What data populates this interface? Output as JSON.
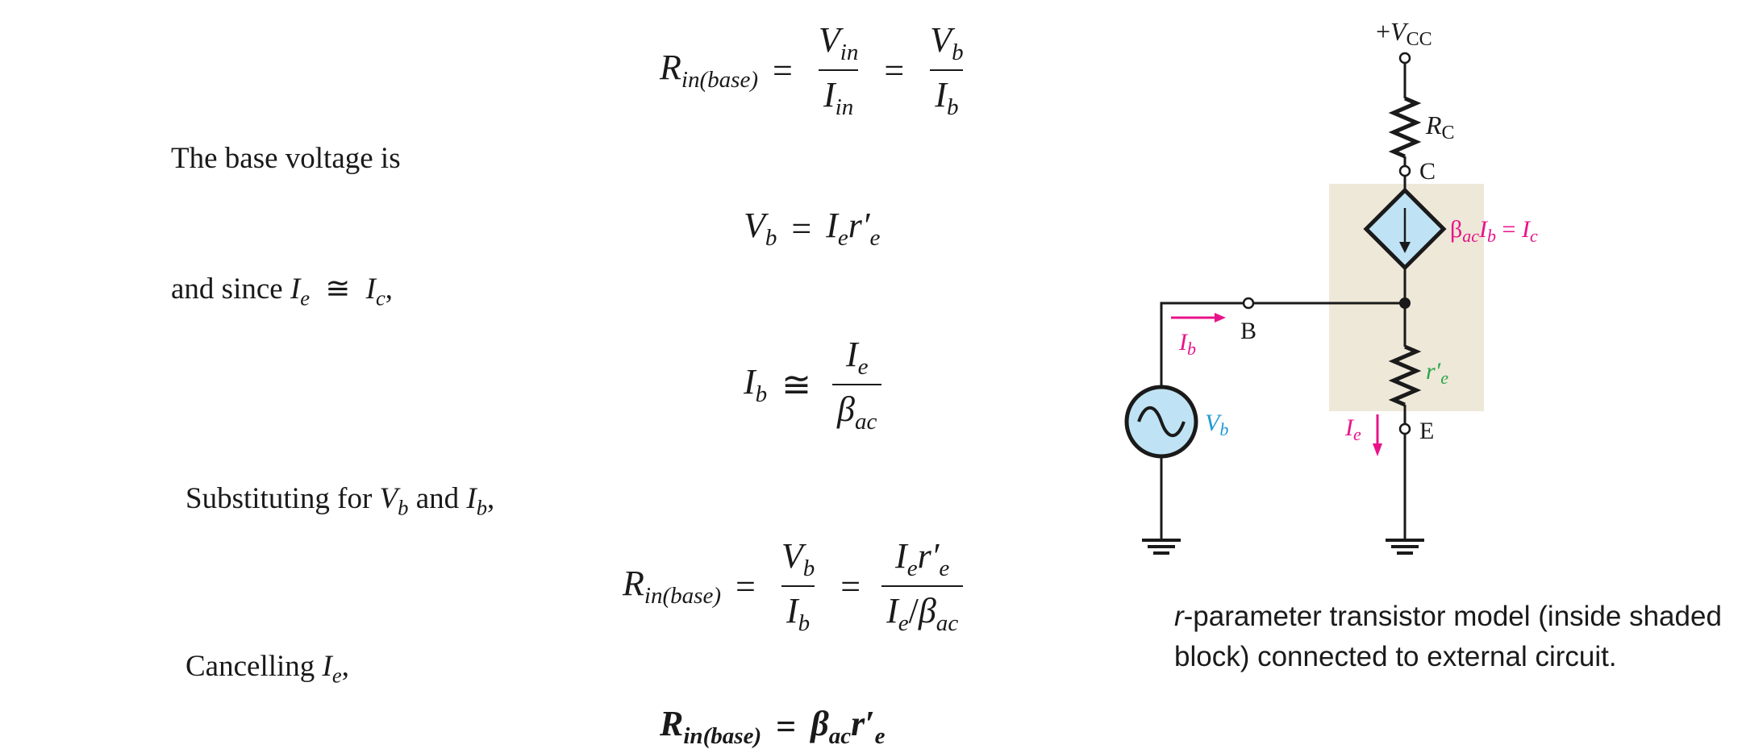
{
  "equation_1": {
    "lhs": "R",
    "lhs_sub": "in(base)",
    "num1": "V",
    "num1_sub": "in",
    "den1": "I",
    "den1_sub": "in",
    "num2": "V",
    "num2_sub": "b",
    "den2": "I",
    "den2_sub": "b"
  },
  "text_1": "The base voltage is",
  "equation_2": {
    "lhs": "V",
    "lhs_sub": "b",
    "rhs_a": "I",
    "rhs_a_sub": "e",
    "rhs_b": "r′",
    "rhs_b_sub": "e"
  },
  "text_2": {
    "prefix": "and since",
    "var_a": "I",
    "var_a_sub": "e",
    "op": "≅",
    "var_b": "I",
    "var_b_sub": "c",
    "suffix": ","
  },
  "equation_3": {
    "lhs": "I",
    "lhs_sub": "b",
    "op": "≅",
    "num": "I",
    "num_sub": "e",
    "den": "β",
    "den_sub": "ac"
  },
  "text_3": {
    "prefix": "Substituting for",
    "var_a": "V",
    "var_a_sub": "b",
    "mid": "and",
    "var_b": "I",
    "var_b_sub": "b",
    "suffix": ","
  },
  "equation_4": {
    "lhs": "R",
    "lhs_sub": "in(base)",
    "num1": "V",
    "num1_sub": "b",
    "den1": "I",
    "den1_sub": "b",
    "num2_a": "I",
    "num2_a_sub": "e",
    "num2_b": "r′",
    "num2_b_sub": "e",
    "den2_a": "I",
    "den2_a_sub": "e",
    "den2_slash": "/",
    "den2_b": "β",
    "den2_b_sub": "ac"
  },
  "text_4": {
    "prefix": "Cancelling",
    "var": "I",
    "var_sub": "e",
    "suffix": ","
  },
  "equation_5": {
    "lhs": "R",
    "lhs_sub": "in(base)",
    "rhs_a": "β",
    "rhs_a_sub": "ac",
    "rhs_b": "r′",
    "rhs_b_sub": "e"
  },
  "circuit": {
    "vcc_sign": "+",
    "vcc_v": "V",
    "vcc_sub": "CC",
    "rc_r": "R",
    "rc_sub": "C",
    "node_c": "C",
    "node_b": "B",
    "node_e": "E",
    "source_v": "V",
    "source_sub": "b",
    "ib_i": "I",
    "ib_sub": "b",
    "ie_i": "I",
    "ie_sub": "e",
    "re_r": "r′",
    "re_sub": "e",
    "dep_beta": "β",
    "dep_beta_sub": "ac",
    "dep_i": "I",
    "dep_i_sub": "b",
    "dep_eq": " = ",
    "dep_ic": "I",
    "dep_ic_sub": "c",
    "colors": {
      "shade": "#EEE8D8",
      "source_fill": "#BFE3F4",
      "magenta": "#E8138A",
      "blue": "#1E9AD6",
      "green": "#2BA44B",
      "line": "#1a1a1a"
    }
  },
  "caption": {
    "italic_r": "r",
    "text": "-parameter transistor model (inside shaded block) connected to external circuit."
  }
}
